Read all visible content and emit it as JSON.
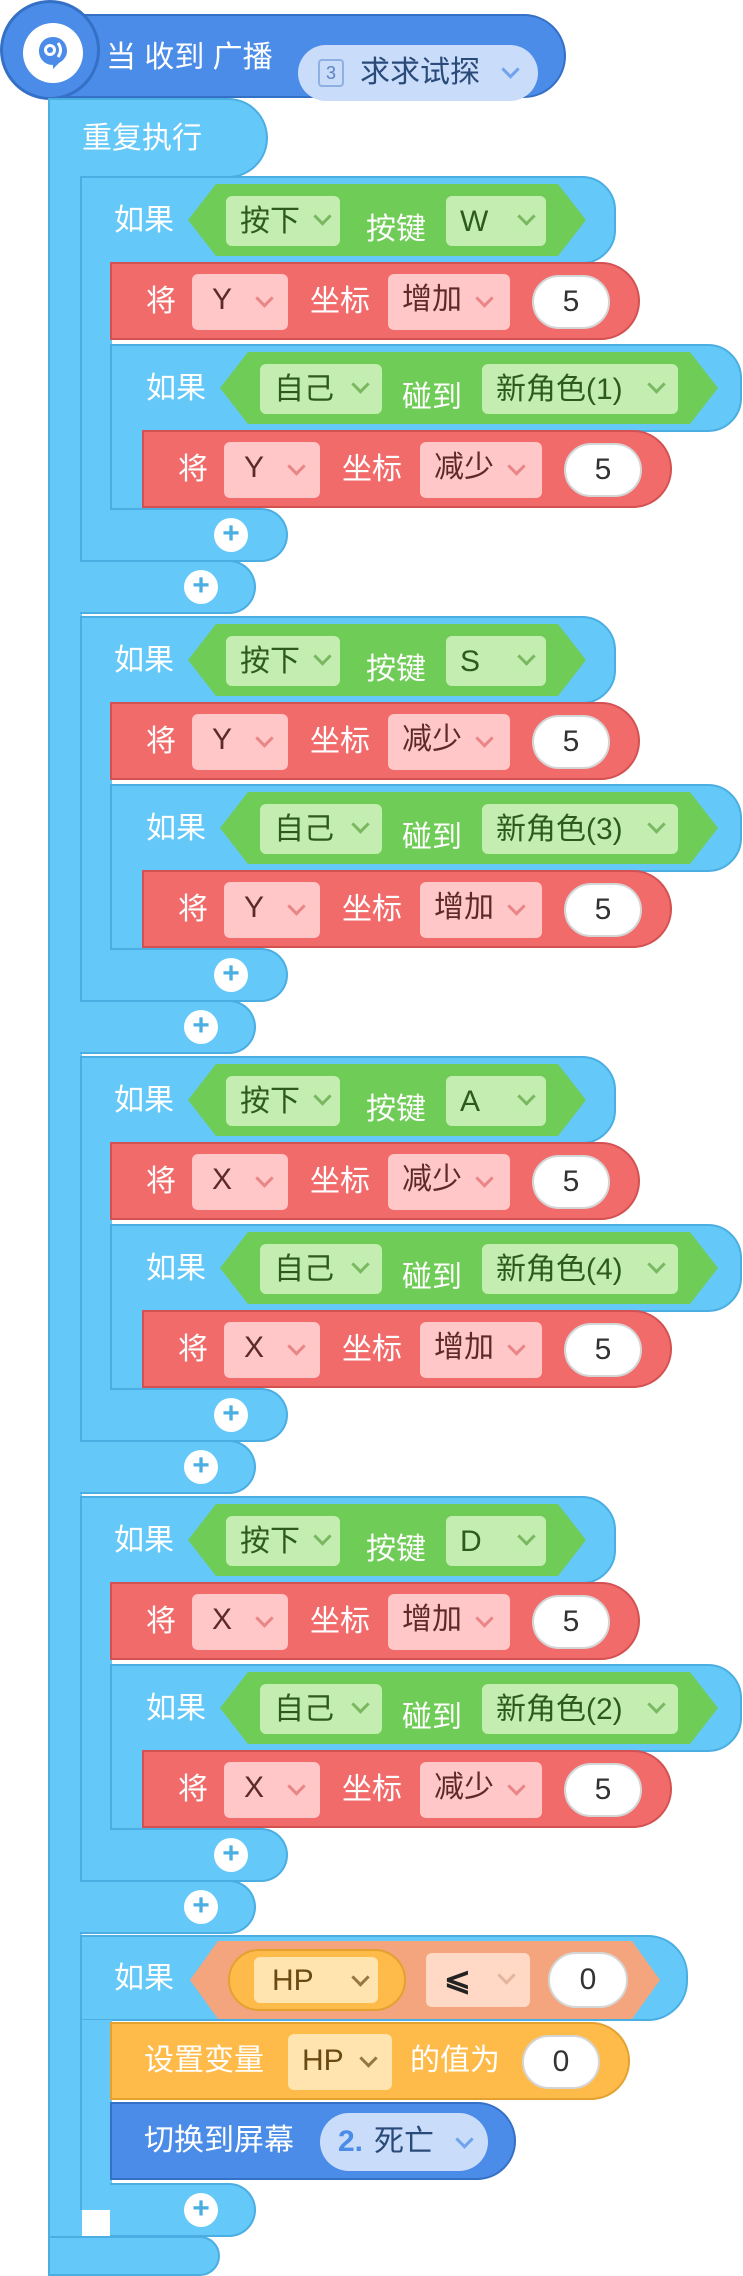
{
  "hat": {
    "label": "当 收到 广播",
    "icon": "broadcast-icon",
    "message_prefix": "3",
    "message": "求求试探"
  },
  "loop": {
    "label": "重复执行"
  },
  "labels": {
    "if": "如果",
    "press": "按下",
    "key_word": "按键",
    "set": "将",
    "coord": "坐标",
    "self": "自己",
    "touch": "碰到",
    "set_var": "设置变量",
    "value_is": "的值为",
    "switch_screen": "切换到屏幕"
  },
  "key_blocks": [
    {
      "key": "W",
      "axis": "Y",
      "op": "增加",
      "amount": "5",
      "sprite": "新角色(1)",
      "back_axis": "Y",
      "back_op": "减少",
      "back_amount": "5"
    },
    {
      "key": "S",
      "axis": "Y",
      "op": "减少",
      "amount": "5",
      "sprite": "新角色(3)",
      "back_axis": "Y",
      "back_op": "增加",
      "back_amount": "5"
    },
    {
      "key": "A",
      "axis": "X",
      "op": "减少",
      "amount": "5",
      "sprite": "新角色(4)",
      "back_axis": "X",
      "back_op": "增加",
      "back_amount": "5"
    },
    {
      "key": "D",
      "axis": "X",
      "op": "增加",
      "amount": "5",
      "sprite": "新角色(2)",
      "back_axis": "X",
      "back_op": "减少",
      "back_amount": "5"
    }
  ],
  "hp_block": {
    "var": "HP",
    "comparator": "⩽",
    "compare_value": "0",
    "set_var": "HP",
    "set_value": "0",
    "screen_index": "2.",
    "screen_name": "死亡"
  },
  "colors": {
    "event": "#4A8CE8",
    "control": "#64C8F8",
    "sensing": "#6FCC56",
    "motion": "#F26B6B",
    "operator": "#F4A57D",
    "variable": "#FFBB4A"
  }
}
